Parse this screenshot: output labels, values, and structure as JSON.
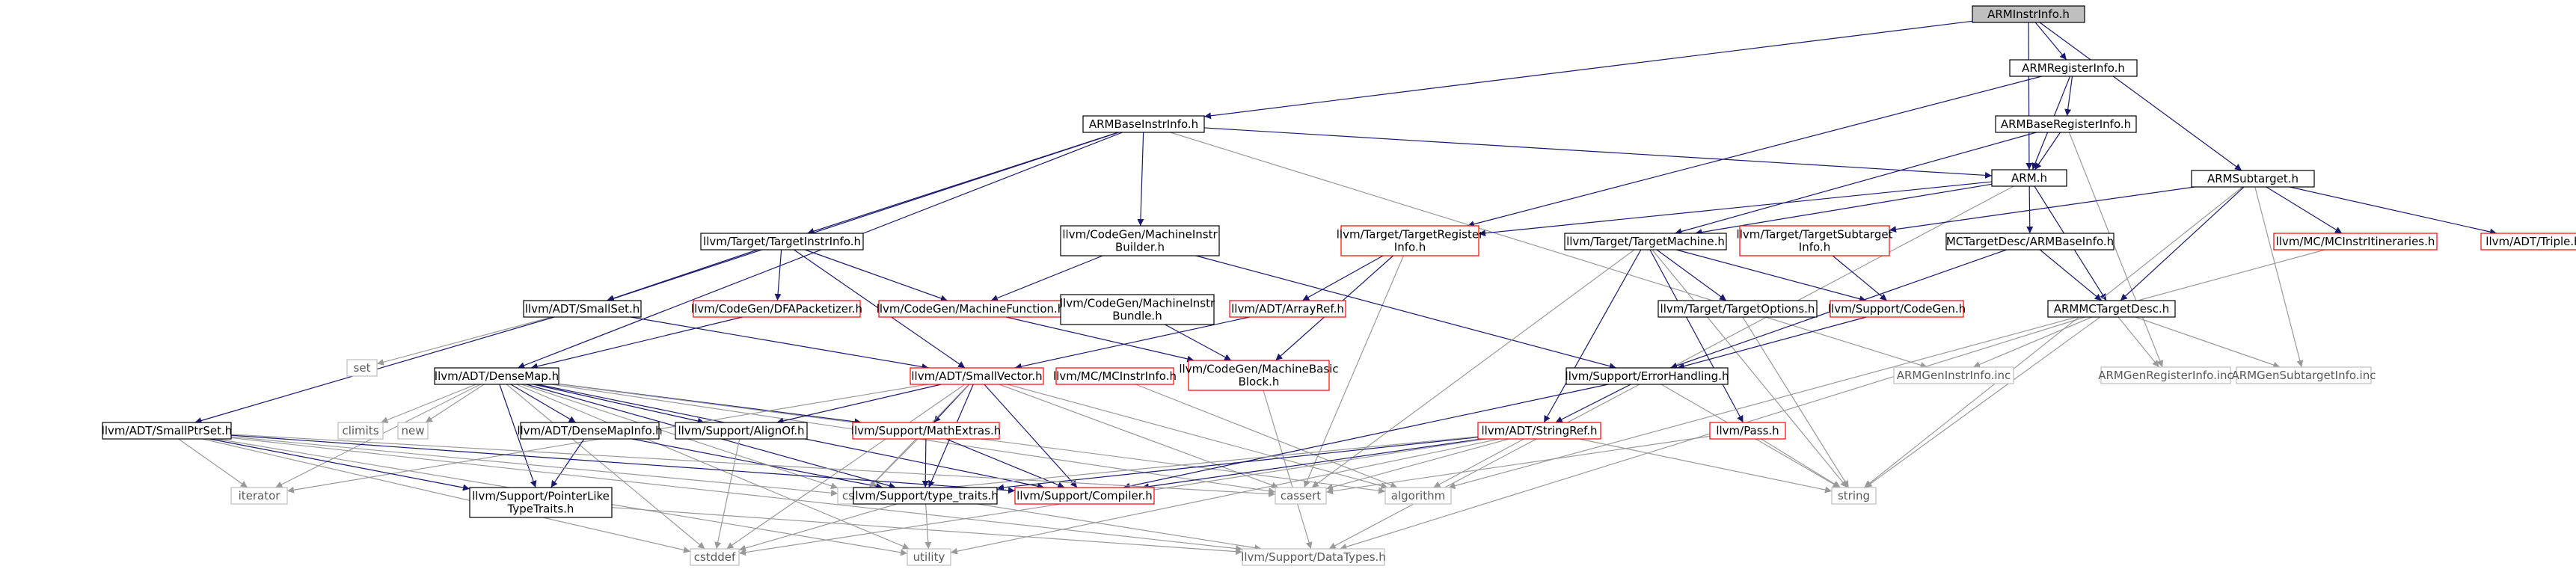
{
  "diagram": {
    "title": "ARMInstrInfo.h",
    "colors": {
      "edge": "#191970",
      "edge_gray": "#9a9a9a",
      "node_black": "#000000",
      "node_red": "#ff0000",
      "node_gray": "#bfbfbf",
      "root_fill": "#bfbfbf"
    },
    "nodes": [
      {
        "id": "armInstrInfo",
        "label": "ARMInstrInfo.h",
        "style": "root"
      },
      {
        "id": "armRegisterInfo",
        "label": "ARMRegisterInfo.h",
        "style": "black"
      },
      {
        "id": "armBaseInstrInfo",
        "label": "ARMBaseInstrInfo.h",
        "style": "black"
      },
      {
        "id": "armBaseRegisterInfo",
        "label": "ARMBaseRegisterInfo.h",
        "style": "black"
      },
      {
        "id": "armH",
        "label": "ARM.h",
        "style": "black"
      },
      {
        "id": "armSubtarget",
        "label": "ARMSubtarget.h",
        "style": "black"
      },
      {
        "id": "targetRegisterInfo",
        "label": "llvm/Target/TargetRegister\nInfo.h",
        "style": "red"
      },
      {
        "id": "machineInstrBuilder",
        "label": "llvm/CodeGen/MachineInstr\nBuilder.h",
        "style": "black"
      },
      {
        "id": "targetInstrInfo",
        "label": "llvm/Target/TargetInstrInfo.h",
        "style": "black"
      },
      {
        "id": "targetMachine",
        "label": "llvm/Target/TargetMachine.h",
        "style": "black"
      },
      {
        "id": "targetSubtargetInfo",
        "label": "llvm/Target/TargetSubtarget\nInfo.h",
        "style": "red"
      },
      {
        "id": "mcTargetDescARMBaseInfo",
        "label": "MCTargetDesc/ARMBaseInfo.h",
        "style": "black"
      },
      {
        "id": "mcInstrItineraries",
        "label": "llvm/MC/MCInstrItineraries.h",
        "style": "red"
      },
      {
        "id": "adtTriple",
        "label": "llvm/ADT/Triple.h",
        "style": "red"
      },
      {
        "id": "smallSet",
        "label": "llvm/ADT/SmallSet.h",
        "style": "black"
      },
      {
        "id": "dfaPacketizer",
        "label": "llvm/CodeGen/DFAPacketizer.h",
        "style": "red"
      },
      {
        "id": "machineFunction",
        "label": "llvm/CodeGen/MachineFunction.h",
        "style": "red"
      },
      {
        "id": "machineInstrBundle",
        "label": "llvm/CodeGen/MachineInstr\nBundle.h",
        "style": "black"
      },
      {
        "id": "arrayRef",
        "label": "llvm/ADT/ArrayRef.h",
        "style": "red"
      },
      {
        "id": "targetOptions",
        "label": "llvm/Target/TargetOptions.h",
        "style": "black"
      },
      {
        "id": "supportCodeGen",
        "label": "llvm/Support/CodeGen.h",
        "style": "red"
      },
      {
        "id": "armMCTargetDesc",
        "label": "ARMMCTargetDesc.h",
        "style": "black"
      },
      {
        "id": "set",
        "label": "set",
        "style": "gray"
      },
      {
        "id": "denseMap",
        "label": "llvm/ADT/DenseMap.h",
        "style": "black"
      },
      {
        "id": "smallVector",
        "label": "llvm/ADT/SmallVector.h",
        "style": "red"
      },
      {
        "id": "mcInstrInfo",
        "label": "llvm/MC/MCInstrInfo.h",
        "style": "red"
      },
      {
        "id": "machineBasicBlock",
        "label": "llvm/CodeGen/MachineBasic\nBlock.h",
        "style": "red"
      },
      {
        "id": "errorHandling",
        "label": "llvm/Support/ErrorHandling.h",
        "style": "black"
      },
      {
        "id": "armGenInstrInfo",
        "label": "ARMGenInstrInfo.inc",
        "style": "gray"
      },
      {
        "id": "armGenRegisterInfo",
        "label": "ARMGenRegisterInfo.inc",
        "style": "gray"
      },
      {
        "id": "armGenSubtargetInfo",
        "label": "ARMGenSubtargetInfo.inc",
        "style": "gray"
      },
      {
        "id": "climits",
        "label": "climits",
        "style": "gray"
      },
      {
        "id": "new",
        "label": "new",
        "style": "gray"
      },
      {
        "id": "denseMapInfo",
        "label": "llvm/ADT/DenseMapInfo.h",
        "style": "black"
      },
      {
        "id": "alignOf",
        "label": "llvm/Support/AlignOf.h",
        "style": "black"
      },
      {
        "id": "mathExtras",
        "label": "llvm/Support/MathExtras.h",
        "style": "red"
      },
      {
        "id": "stringRef",
        "label": "llvm/ADT/StringRef.h",
        "style": "red"
      },
      {
        "id": "pass",
        "label": "llvm/Pass.h",
        "style": "red"
      },
      {
        "id": "smallPtrSet",
        "label": "llvm/ADT/SmallPtrSet.h",
        "style": "black"
      },
      {
        "id": "iterator",
        "label": "iterator",
        "style": "gray"
      },
      {
        "id": "cstring",
        "label": "cstring",
        "style": "gray"
      },
      {
        "id": "cassert",
        "label": "cassert",
        "style": "gray"
      },
      {
        "id": "algorithm",
        "label": "algorithm",
        "style": "gray"
      },
      {
        "id": "string",
        "label": "string",
        "style": "gray"
      },
      {
        "id": "pointerLikeTypeTraits",
        "label": "llvm/Support/PointerLike\nTypeTraits.h",
        "style": "black"
      },
      {
        "id": "typeTraits",
        "label": "llvm/Support/type_traits.h",
        "style": "black"
      },
      {
        "id": "compiler",
        "label": "llvm/Support/Compiler.h",
        "style": "red"
      },
      {
        "id": "cstddef",
        "label": "cstddef",
        "style": "gray"
      },
      {
        "id": "utility",
        "label": "utility",
        "style": "gray"
      },
      {
        "id": "dataTypes",
        "label": "llvm/Support/DataTypes.h",
        "style": "gray"
      }
    ],
    "edges": [
      [
        "armInstrInfo",
        "armBaseInstrInfo"
      ],
      [
        "armInstrInfo",
        "armRegisterInfo"
      ],
      [
        "armInstrInfo",
        "armH"
      ],
      [
        "armInstrInfo",
        "armSubtarget"
      ],
      [
        "armRegisterInfo",
        "armBaseRegisterInfo"
      ],
      [
        "armRegisterInfo",
        "armH"
      ],
      [
        "armRegisterInfo",
        "targetRegisterInfo"
      ],
      [
        "armBaseRegisterInfo",
        "armH"
      ],
      [
        "armBaseRegisterInfo",
        "armGenRegisterInfo"
      ],
      [
        "armBaseRegisterInfo",
        "targetMachine"
      ],
      [
        "armBaseInstrInfo",
        "armH"
      ],
      [
        "armBaseInstrInfo",
        "targetInstrInfo"
      ],
      [
        "armBaseInstrInfo",
        "machineInstrBuilder"
      ],
      [
        "armBaseInstrInfo",
        "smallSet"
      ],
      [
        "armBaseInstrInfo",
        "denseMap"
      ],
      [
        "armBaseInstrInfo",
        "armGenInstrInfo"
      ],
      [
        "armH",
        "targetRegisterInfo"
      ],
      [
        "armH",
        "targetMachine"
      ],
      [
        "armH",
        "mcTargetDescARMBaseInfo"
      ],
      [
        "armH",
        "armMCTargetDesc"
      ],
      [
        "armH",
        "dataTypes"
      ],
      [
        "armSubtarget",
        "targetSubtargetInfo"
      ],
      [
        "armSubtarget",
        "mcInstrItineraries"
      ],
      [
        "armSubtarget",
        "adtTriple"
      ],
      [
        "armSubtarget",
        "armMCTargetDesc"
      ],
      [
        "armSubtarget",
        "armGenSubtargetInfo"
      ],
      [
        "armSubtarget",
        "string"
      ],
      [
        "targetRegisterInfo",
        "arrayRef"
      ],
      [
        "targetRegisterInfo",
        "machineBasicBlock"
      ],
      [
        "targetRegisterInfo",
        "cassert"
      ],
      [
        "machineInstrBuilder",
        "machineFunction"
      ],
      [
        "machineInstrBuilder",
        "errorHandling"
      ],
      [
        "targetInstrInfo",
        "smallSet"
      ],
      [
        "targetInstrInfo",
        "dfaPacketizer"
      ],
      [
        "targetInstrInfo",
        "machineFunction"
      ],
      [
        "targetInstrInfo",
        "smallVector"
      ],
      [
        "targetMachine",
        "targetOptions"
      ],
      [
        "targetMachine",
        "supportCodeGen"
      ],
      [
        "targetMachine",
        "stringRef"
      ],
      [
        "targetMachine",
        "pass"
      ],
      [
        "targetMachine",
        "cassert"
      ],
      [
        "targetMachine",
        "string"
      ],
      [
        "targetSubtargetInfo",
        "supportCodeGen"
      ],
      [
        "mcTargetDescARMBaseInfo",
        "errorHandling"
      ],
      [
        "mcTargetDescARMBaseInfo",
        "armMCTargetDesc"
      ],
      [
        "armMCTargetDesc",
        "armGenInstrInfo"
      ],
      [
        "armMCTargetDesc",
        "armGenRegisterInfo"
      ],
      [
        "armMCTargetDesc",
        "armGenSubtargetInfo"
      ],
      [
        "armMCTargetDesc",
        "string"
      ],
      [
        "armMCTargetDesc",
        "dataTypes"
      ],
      [
        "mcInstrItineraries",
        "algorithm"
      ],
      [
        "smallSet",
        "set"
      ],
      [
        "smallSet",
        "smallVector"
      ],
      [
        "smallSet",
        "smallPtrSet"
      ],
      [
        "dfaPacketizer",
        "denseMap"
      ],
      [
        "machineFunction",
        "machineBasicBlock"
      ],
      [
        "machineInstrBundle",
        "machineBasicBlock"
      ],
      [
        "arrayRef",
        "smallVector"
      ],
      [
        "targetOptions",
        "string"
      ],
      [
        "supportCodeGen",
        "errorHandling"
      ],
      [
        "denseMap",
        "climits"
      ],
      [
        "denseMap",
        "new"
      ],
      [
        "denseMap",
        "denseMapInfo"
      ],
      [
        "denseMap",
        "alignOf"
      ],
      [
        "denseMap",
        "mathExtras"
      ],
      [
        "denseMap",
        "pointerLikeTypeTraits"
      ],
      [
        "denseMap",
        "typeTraits"
      ],
      [
        "denseMap",
        "compiler"
      ],
      [
        "denseMap",
        "cassert"
      ],
      [
        "denseMap",
        "algorithm"
      ],
      [
        "denseMap",
        "iterator"
      ],
      [
        "denseMap",
        "cstddef"
      ],
      [
        "denseMap",
        "utility"
      ],
      [
        "denseMap",
        "cstring"
      ],
      [
        "smallVector",
        "alignOf"
      ],
      [
        "smallVector",
        "mathExtras"
      ],
      [
        "smallVector",
        "typeTraits"
      ],
      [
        "smallVector",
        "compiler"
      ],
      [
        "smallVector",
        "cassert"
      ],
      [
        "smallVector",
        "algorithm"
      ],
      [
        "smallVector",
        "iterator"
      ],
      [
        "smallVector",
        "cstddef"
      ],
      [
        "smallVector",
        "cstring"
      ],
      [
        "mcInstrInfo",
        "algorithm"
      ],
      [
        "machineBasicBlock",
        "dataTypes"
      ],
      [
        "errorHandling",
        "compiler"
      ],
      [
        "errorHandling",
        "stringRef"
      ],
      [
        "errorHandling",
        "string"
      ],
      [
        "denseMapInfo",
        "pointerLikeTypeTraits"
      ],
      [
        "denseMapInfo",
        "typeTraits"
      ],
      [
        "alignOf",
        "cstddef"
      ],
      [
        "mathExtras",
        "typeTraits"
      ],
      [
        "mathExtras",
        "compiler"
      ],
      [
        "mathExtras",
        "cstring"
      ],
      [
        "stringRef",
        "compiler"
      ],
      [
        "stringRef",
        "typeTraits"
      ],
      [
        "stringRef",
        "cassert"
      ],
      [
        "stringRef",
        "algorithm"
      ],
      [
        "stringRef",
        "cstring"
      ],
      [
        "stringRef",
        "string"
      ],
      [
        "stringRef",
        "utility"
      ],
      [
        "stringRef",
        "cstddef"
      ],
      [
        "pass",
        "string"
      ],
      [
        "pass",
        "cassert"
      ],
      [
        "smallPtrSet",
        "pointerLikeTypeTraits"
      ],
      [
        "smallPtrSet",
        "compiler"
      ],
      [
        "smallPtrSet",
        "iterator"
      ],
      [
        "smallPtrSet",
        "cassert"
      ],
      [
        "smallPtrSet",
        "cstddef"
      ],
      [
        "smallPtrSet",
        "utility"
      ],
      [
        "smallPtrSet",
        "cstring"
      ],
      [
        "smallPtrSet",
        "dataTypes"
      ],
      [
        "pointerLikeTypeTraits",
        "dataTypes"
      ],
      [
        "typeTraits",
        "dataTypes"
      ],
      [
        "typeTraits",
        "utility"
      ],
      [
        "typeTraits",
        "cstddef"
      ]
    ]
  }
}
